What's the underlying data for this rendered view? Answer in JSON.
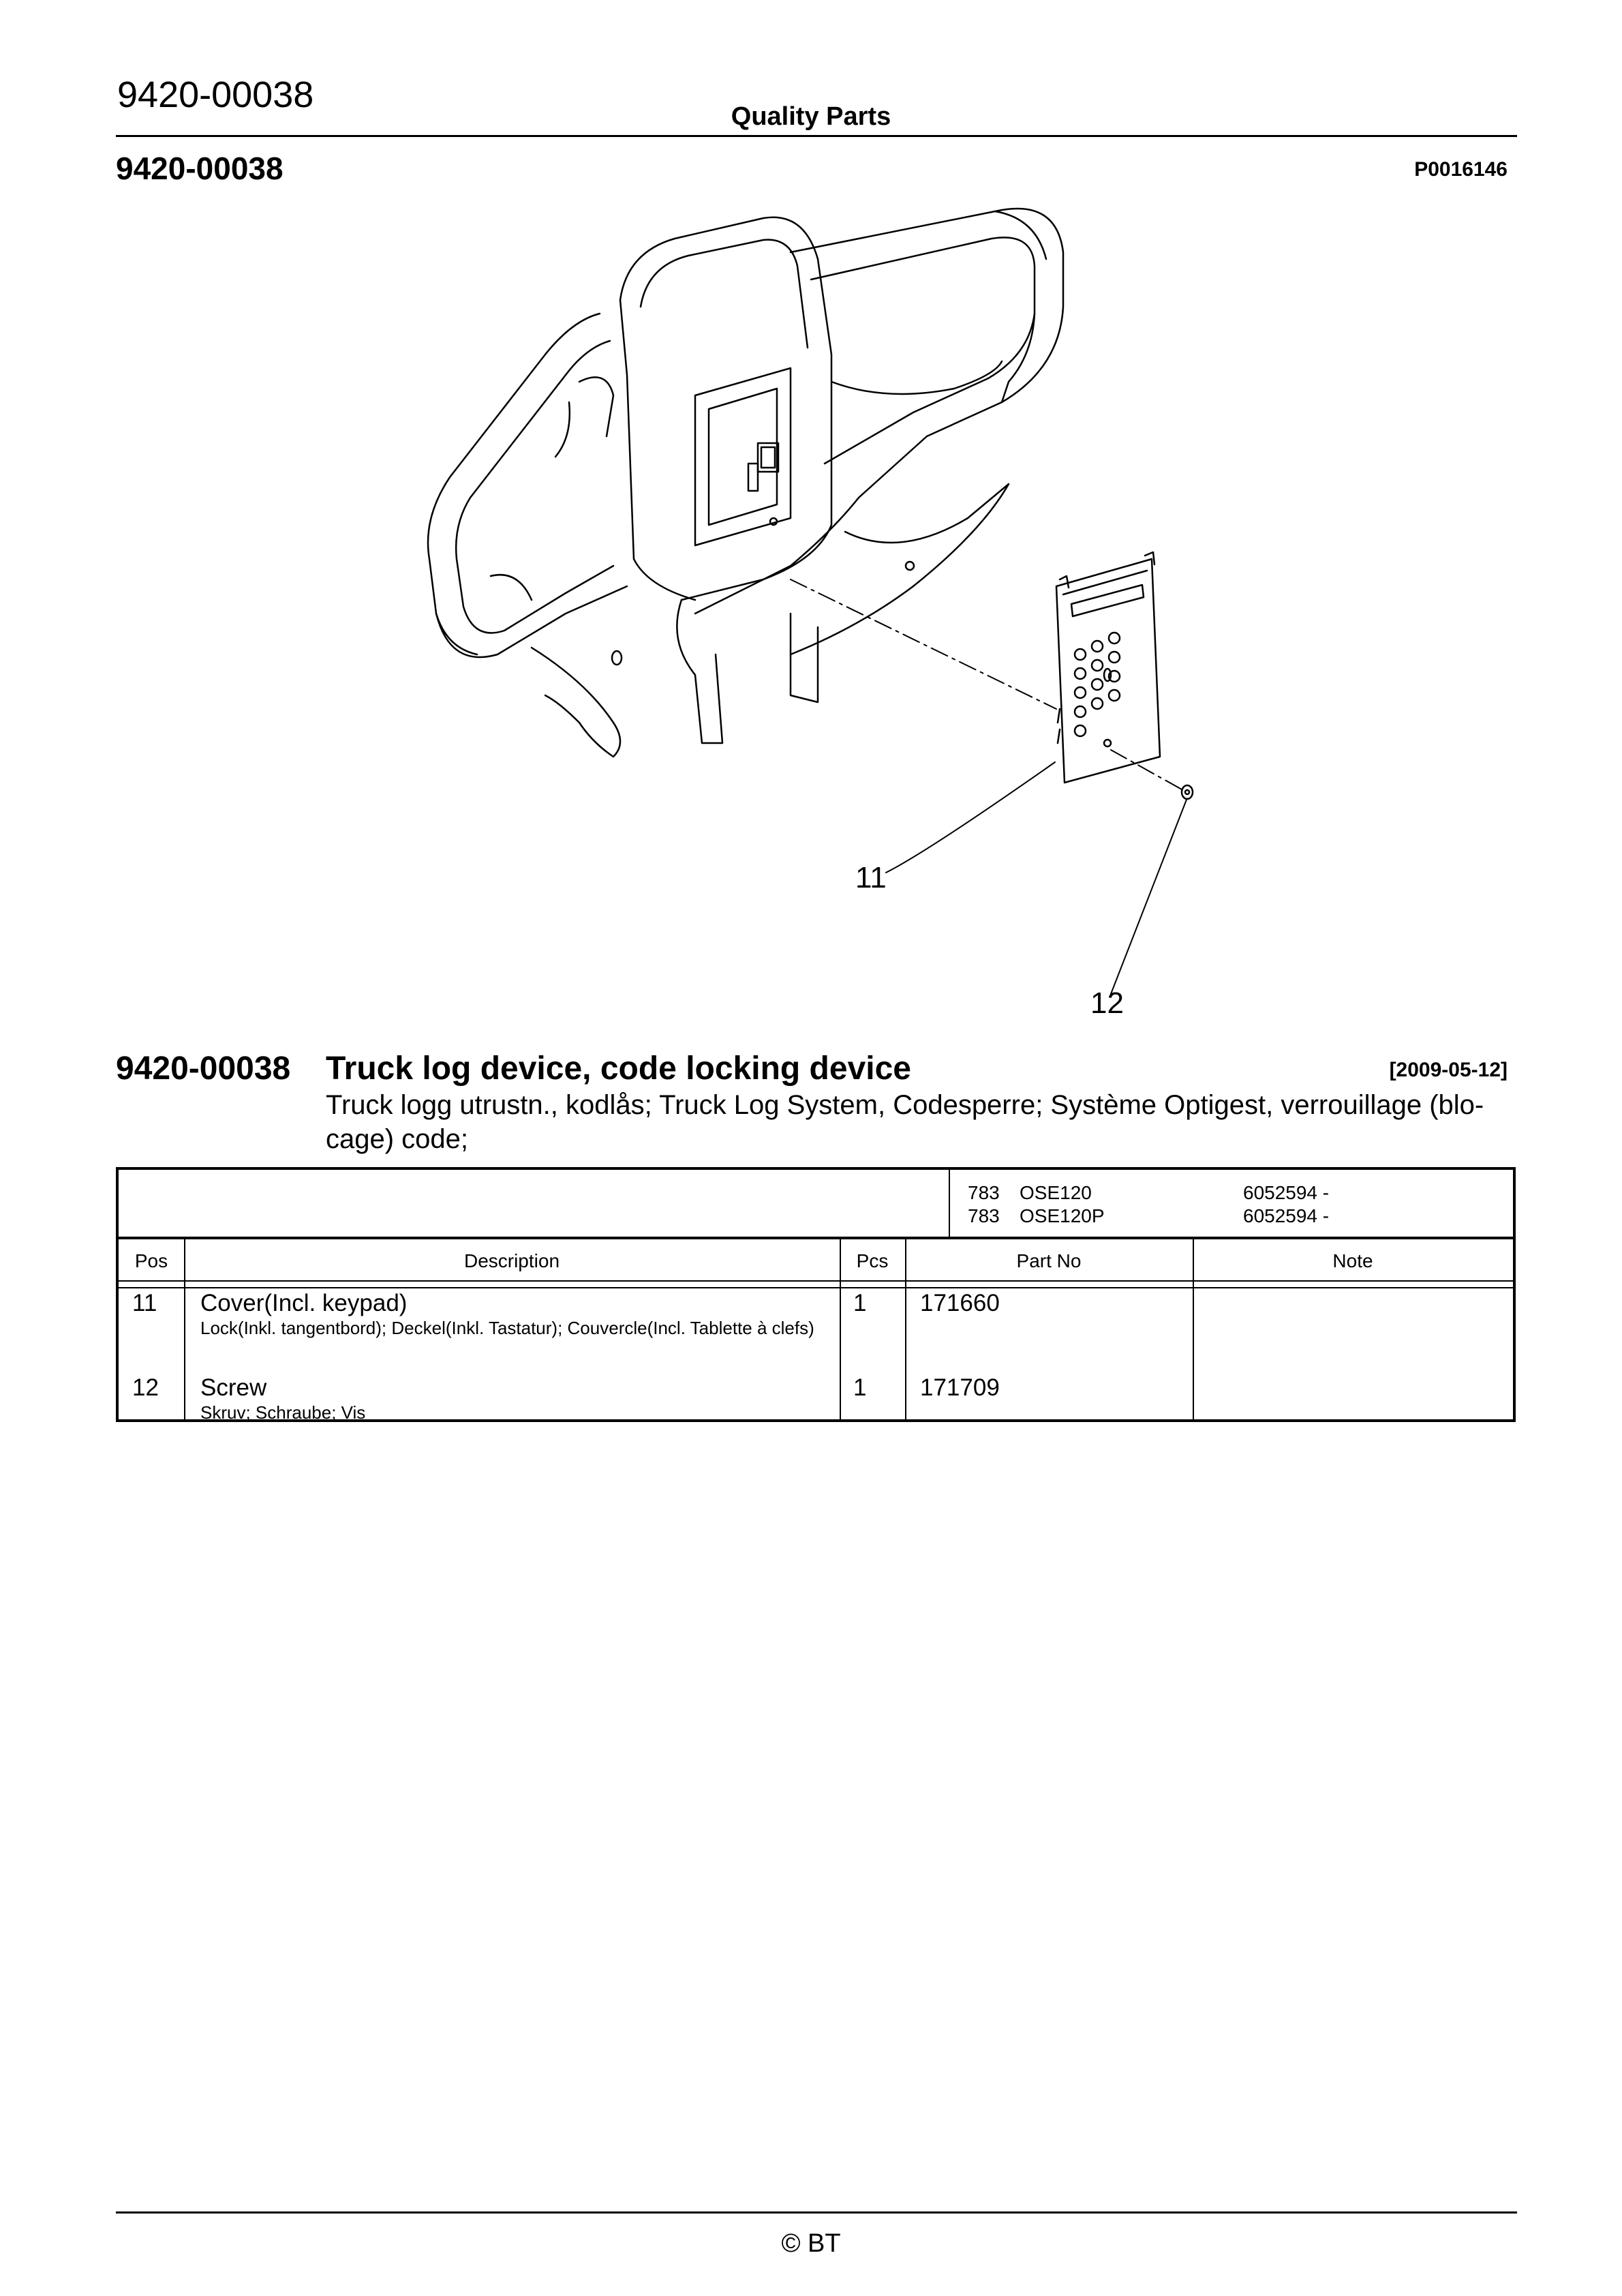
{
  "header": {
    "code": "9420-00038",
    "title": "Quality Parts"
  },
  "figure": {
    "code": "9420-00038",
    "ref": "P0016146",
    "callouts": [
      "11",
      "12"
    ]
  },
  "section": {
    "code": "9420-00038",
    "title": "Truck log device, code locking device",
    "date": "[2009-05-12]",
    "subtitle": "Truck logg utrustn., kodlås; Truck Log System, Codesperre; Système Optigest, verrouillage (blo-cage) code;"
  },
  "models": [
    {
      "series": "783",
      "model": "OSE120",
      "serial": "6052594 -"
    },
    {
      "series": "783",
      "model": "OSE120P",
      "serial": "6052594 -"
    }
  ],
  "columns": {
    "pos": "Pos",
    "description": "Description",
    "pcs": "Pcs",
    "part_no": "Part No",
    "note": "Note"
  },
  "rows": [
    {
      "pos": "11",
      "name": "Cover(Incl. keypad)",
      "translation": "Lock(Inkl. tangentbord); Deckel(Inkl. Tastatur); Couvercle(Incl. Tablette à clefs)",
      "pcs": "1",
      "part_no": "171660",
      "note": ""
    },
    {
      "pos": "12",
      "name": "Screw",
      "translation": "Skruv; Schraube; Vis",
      "pcs": "1",
      "part_no": "171709",
      "note": ""
    }
  ],
  "footer": {
    "copyright": "© BT"
  }
}
